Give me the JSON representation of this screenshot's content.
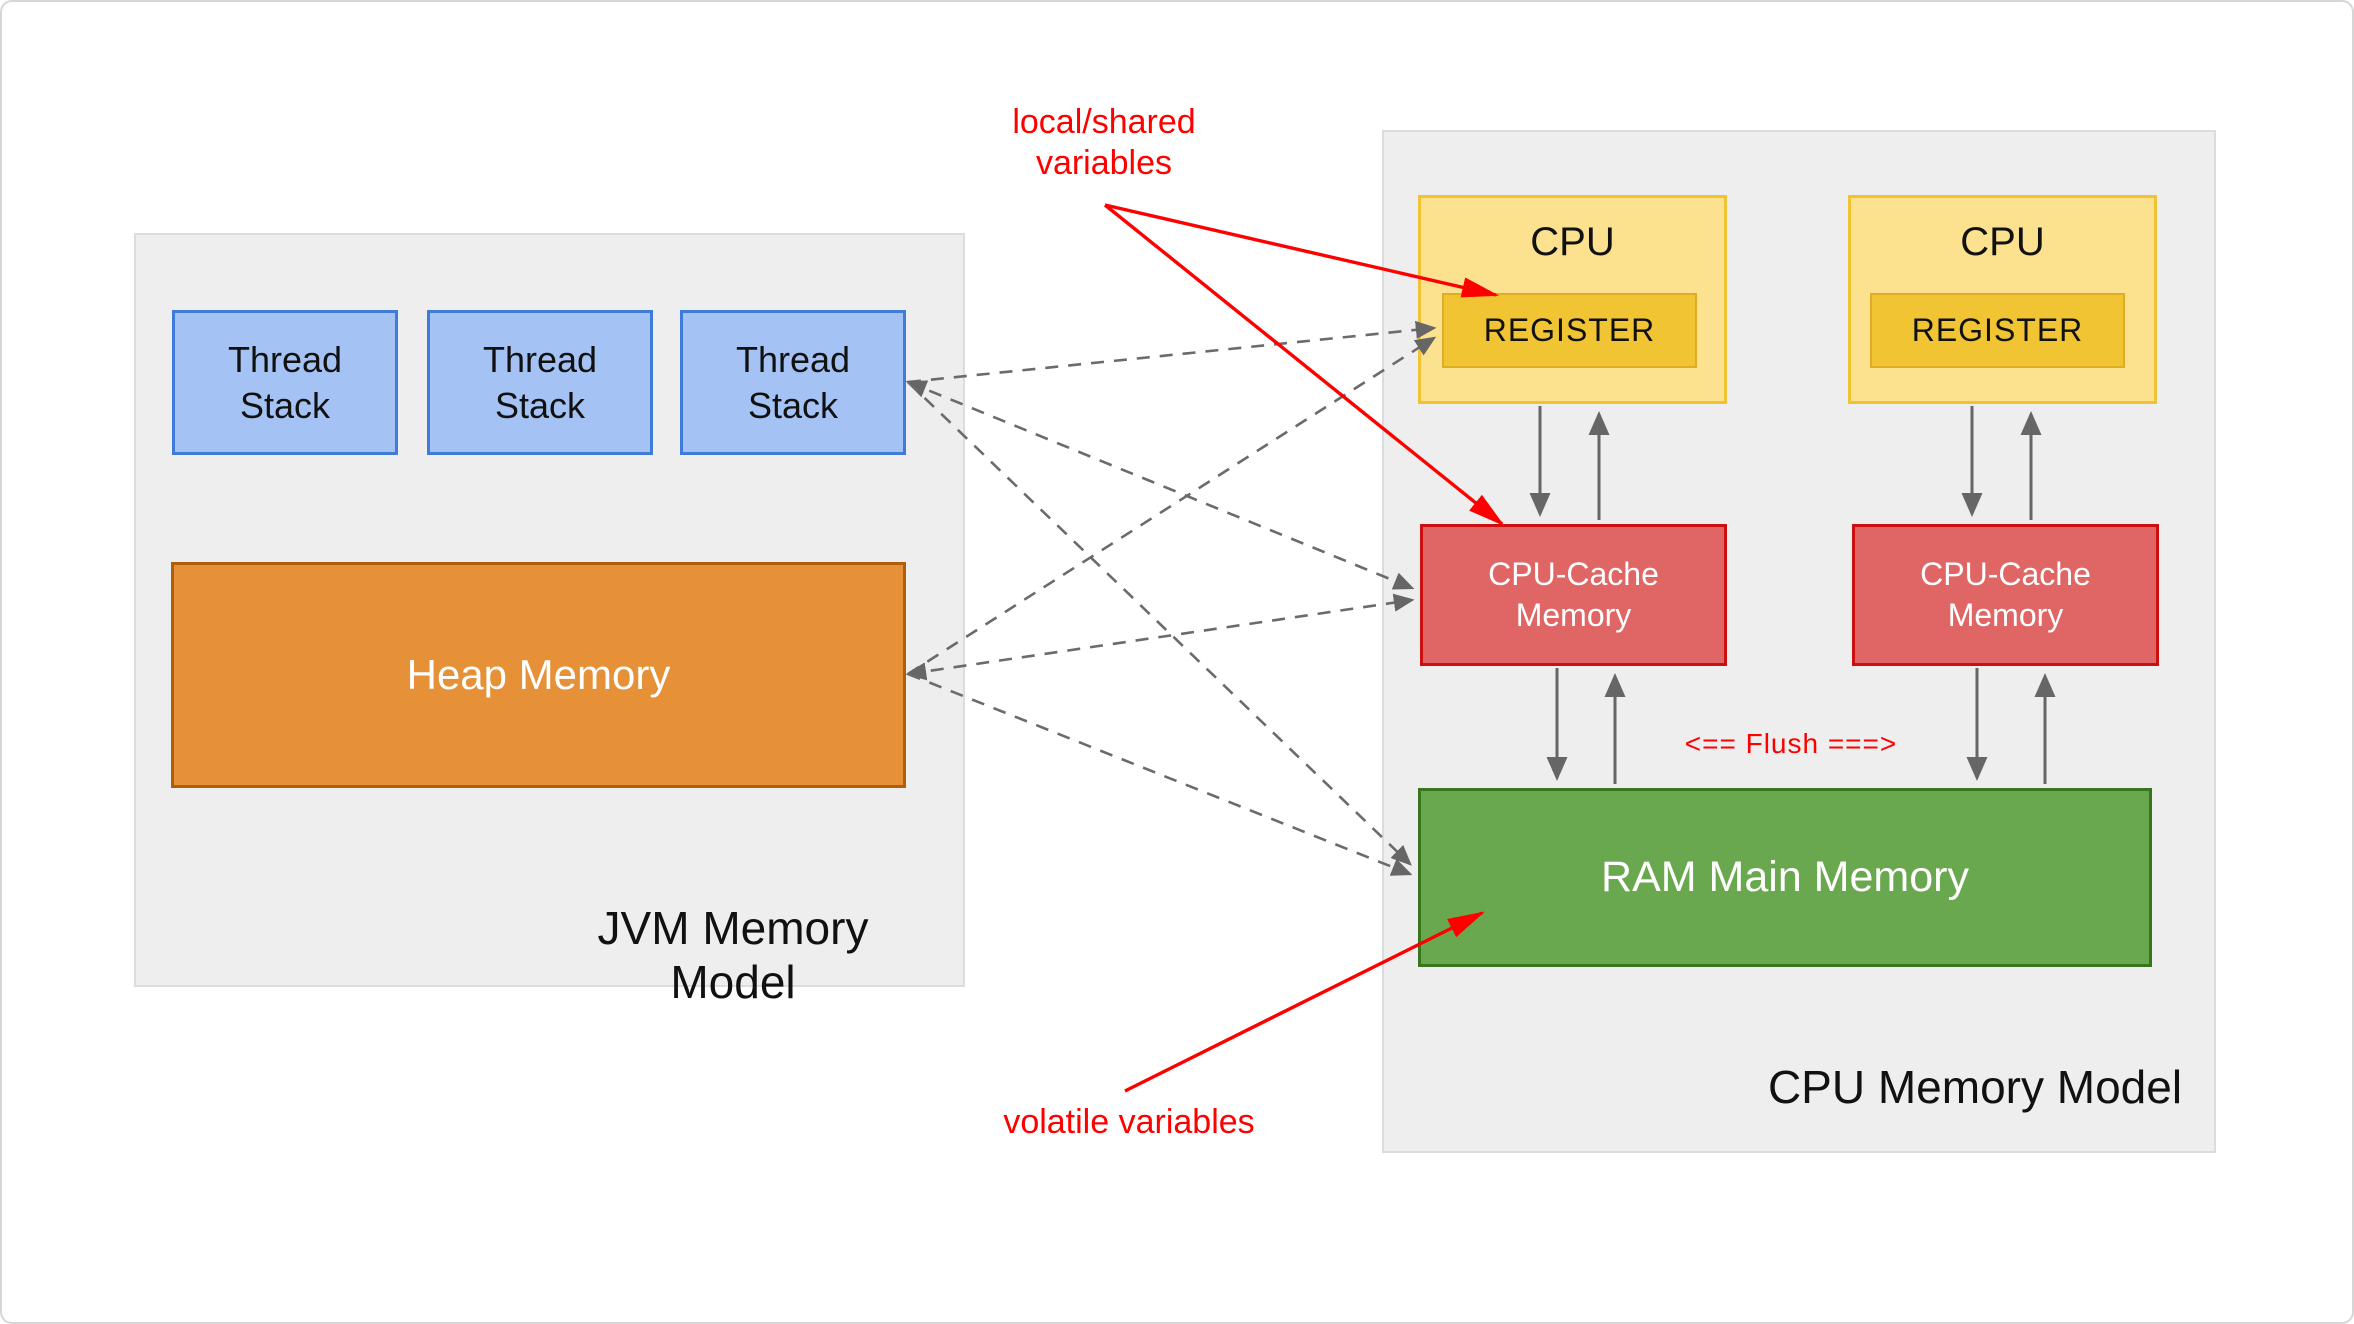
{
  "jvm_panel": {
    "title": "JVM Memory Model",
    "thread_stacks": [
      {
        "label": "Thread Stack"
      },
      {
        "label": "Thread Stack"
      },
      {
        "label": "Thread Stack"
      }
    ],
    "heap_label": "Heap Memory",
    "colors": {
      "panel_fill": "#eeeeee",
      "thread_fill": "#a4c2f4",
      "thread_border": "#3f7bd9",
      "heap_fill": "#e69138",
      "heap_border": "#b05f08"
    }
  },
  "cpu_panel": {
    "title": "CPU Memory Model",
    "units": [
      {
        "cpu_label": "CPU",
        "register_label": "REGISTER",
        "cache_label": "CPU-Cache Memory"
      },
      {
        "cpu_label": "CPU",
        "register_label": "REGISTER",
        "cache_label": "CPU-Cache Memory"
      }
    ],
    "ram_label": "RAM Main Memory",
    "flush_label": "<== Flush ===>",
    "colors": {
      "panel_fill": "#eeeeee",
      "cpu_fill": "#fce28f",
      "cpu_border": "#f1c232",
      "register_fill": "#f1c434",
      "cache_fill": "#e06666",
      "cache_border": "#cc0f0f",
      "ram_fill": "#6aa84f",
      "ram_border": "#38761d"
    }
  },
  "annotations": {
    "local_shared_label": "local/shared variables",
    "volatile_label": "volatile variables",
    "annotation_color": "#ff0000",
    "arrow_gray": "#666666"
  }
}
